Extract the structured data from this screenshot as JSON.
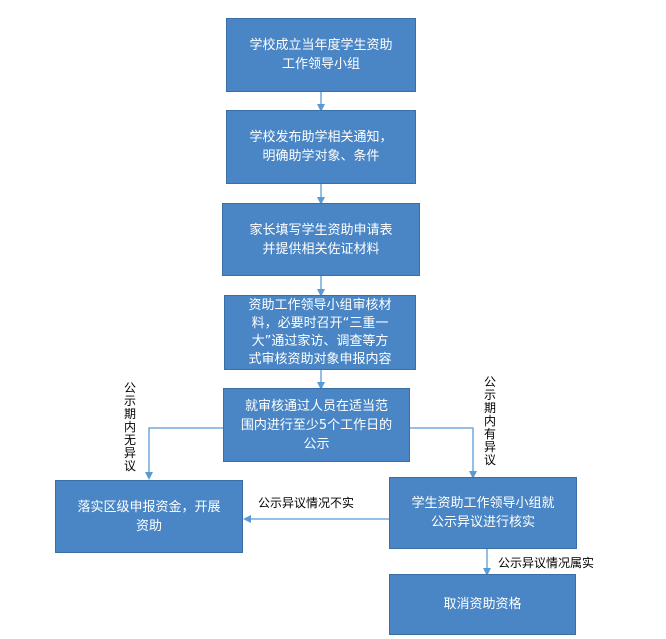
{
  "flow": {
    "step1": "学校成立当年度学生资助\n工作领导小组",
    "step2": "学校发布助学相关通知，\n明确助学对象、条件",
    "step3": "家长填写学生资助申请表\n并提供相关佐证材料",
    "step4": "资助工作领导小组审核材\n料，必要时召开“三重一\n大”通过家访、调查等方\n式审核资助对象申报内容",
    "step5": "就审核通过人员在适当范\n围内进行至少5个工作日的\n公示",
    "left_result": "落实区级申报资金，开展\n资助",
    "right_check": "学生资助工作领导小组就\n公示异议进行核实",
    "cancel": "取消资助资格"
  },
  "labels": {
    "no_objection": "公示期内无异议",
    "has_objection": "公示期内有异议",
    "not_true": "公示异议情况不实",
    "true": "公示异议情况属实"
  },
  "colors": {
    "box_fill": "#4a86c5",
    "line": "#5b9bd5"
  }
}
